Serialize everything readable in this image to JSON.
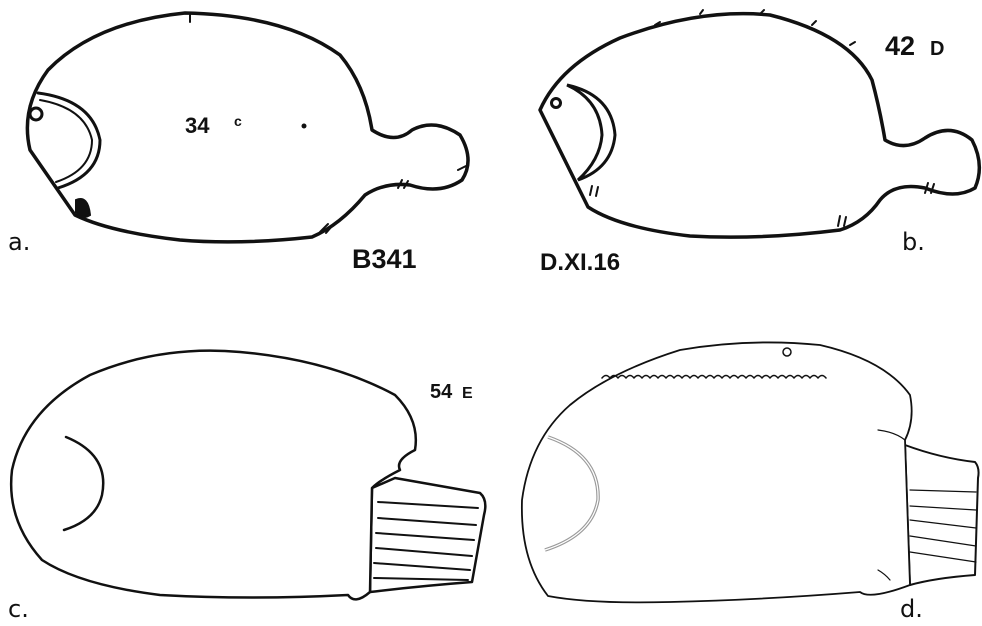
{
  "panels": [
    {
      "letter": "a.",
      "annotations": [
        "34",
        "c",
        "B341"
      ]
    },
    {
      "letter": "b.",
      "annotations": [
        "42",
        "D",
        "D.XI.16"
      ]
    },
    {
      "letter": "c.",
      "annotations": [
        "54",
        "E"
      ]
    },
    {
      "letter": "d.",
      "annotations": []
    }
  ],
  "colors": {
    "ink": "#111111",
    "paper": "#ffffff",
    "gill_grey": "#9a9a9a"
  }
}
